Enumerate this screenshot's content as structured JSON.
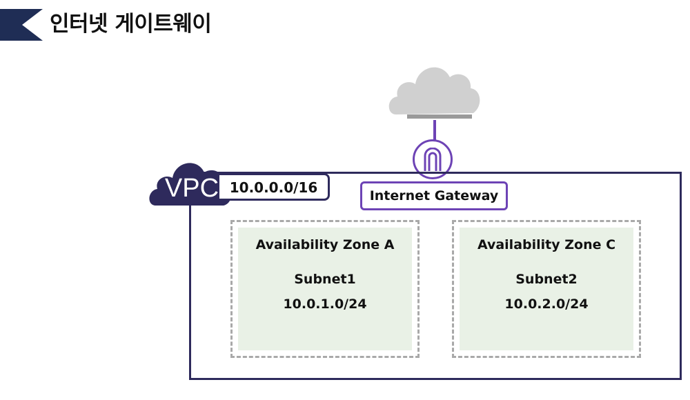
{
  "header": {
    "title": "인터넷 게이트웨이"
  },
  "colors": {
    "banner_navy": "#1f2d55",
    "vpc_navy": "#2e2a5c",
    "gateway_purple": "#6d43b5",
    "cloud_gray": "#d0d0d0",
    "zone_fill": "#e9f1e6",
    "zone_border": "#a9a9a9"
  },
  "icons": {
    "internet": "cloud-icon",
    "gateway": "internet-gateway-icon",
    "vpc": "vpc-cloud-icon"
  },
  "vpc": {
    "label": "VPC",
    "cidr": "10.0.0.0/16"
  },
  "gateway": {
    "label": "Internet Gateway"
  },
  "zones": [
    {
      "title": "Availability Zone A",
      "subnet_name": "Subnet1",
      "subnet_cidr": "10.0.1.0/24"
    },
    {
      "title": "Availability Zone C",
      "subnet_name": "Subnet2",
      "subnet_cidr": "10.0.2.0/24"
    }
  ]
}
